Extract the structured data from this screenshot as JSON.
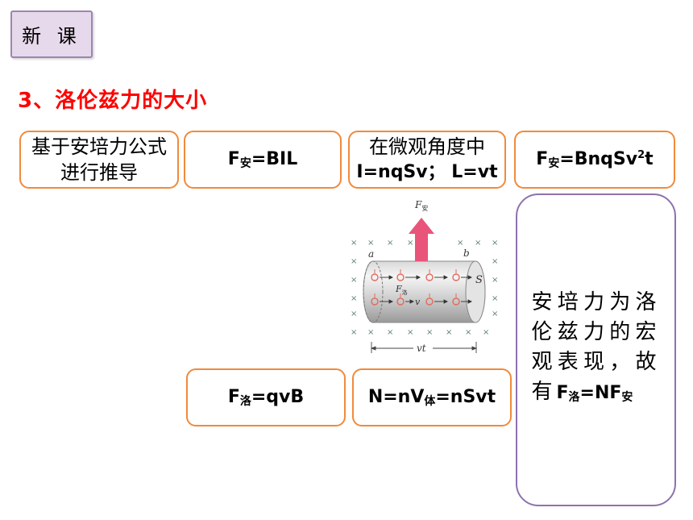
{
  "tag": {
    "label": "新 课"
  },
  "heading": "3、洛伦兹力的大小",
  "boxes": {
    "derive_label": "基于安培力公式进行推导",
    "ampere_F": "F",
    "ampere_sub": "安",
    "ampere_rest": "=BIL",
    "micro_line1": "在微观角度中",
    "micro_line2": "I=nqSv； L=vt",
    "total_F": "F",
    "total_sub": "安",
    "total_mid": "=BnqSv",
    "total_sup": "2",
    "total_end": "t",
    "lorentz_F": "F",
    "lorentz_sub": "洛",
    "lorentz_rest": "=qvB",
    "count_pre": "N=nV",
    "count_sub": "体",
    "count_rest": "=nSvt"
  },
  "conclusion": {
    "text": "安培力为洛伦兹力的宏观表现，故有",
    "F1": "F",
    "F1_sub": "洛",
    "mid": "=NF",
    "F2_sub": "安"
  },
  "figure": {
    "force_label": "F",
    "force_sub": "安",
    "end_a": "a",
    "end_b": "b",
    "area": "S",
    "lorentz_label": "F",
    "lorentz_sub": "洛",
    "velocity": "v",
    "length": "vt",
    "field_mark": "×"
  },
  "colors": {
    "heading": "#ff0000",
    "box_border": "#f08a3c",
    "purple_border": "#8e72ae",
    "tag_bg": "#e7d9ec",
    "force_arrow": "#e8547a"
  }
}
